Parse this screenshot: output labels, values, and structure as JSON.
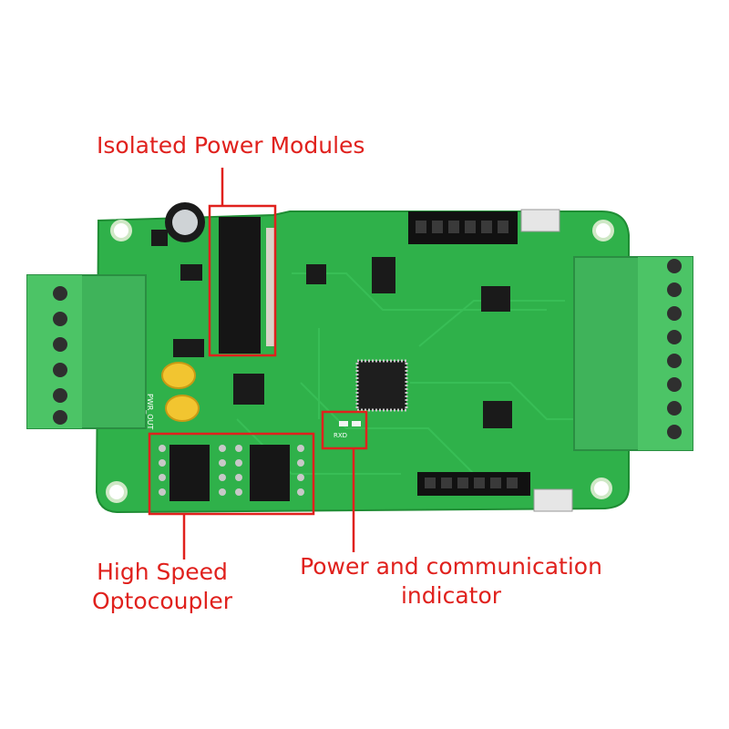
{
  "callouts": {
    "isolated_power": "Isolated Power Modules",
    "optocoupler_line1": "High Speed",
    "optocoupler_line2": "Optocoupler",
    "indicator_line1": "Power and communication",
    "indicator_line2": "indicator"
  },
  "board_silkscreen": {
    "left_terminal_label": "PWR_OUT",
    "led_label": "RXD"
  },
  "colors": {
    "annotation": "#e0211d",
    "pcb": "#2fb14a",
    "terminal": "#3fb35a"
  }
}
